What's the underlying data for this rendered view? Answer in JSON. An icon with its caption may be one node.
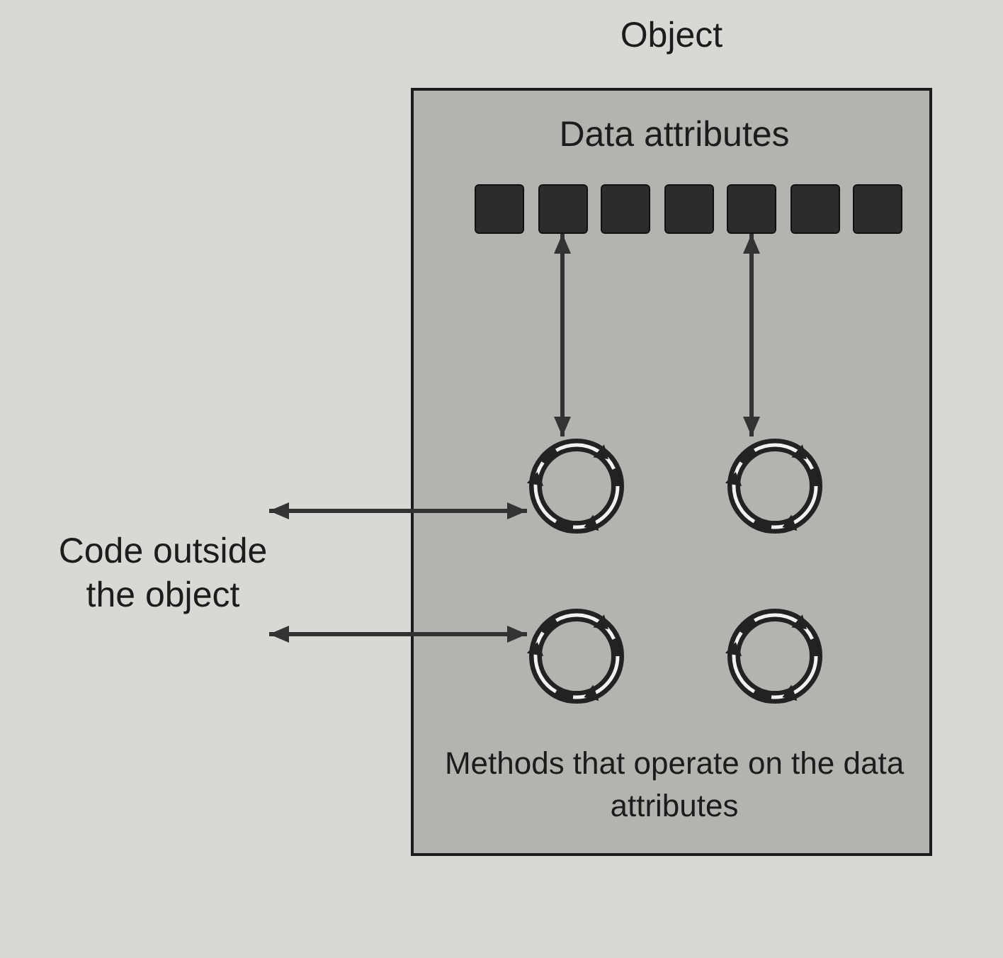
{
  "diagram": {
    "nodes": [
      {
        "text": [
          "Object"
        ]
      },
      {
        "text": [],
        "shape": "box",
        "in": 0
      },
      {
        "text": [],
        "shape": "box",
        "in": 0
      },
      {
        "text": [],
        "shape": "box",
        "in": 0
      },
      {
        "text": [],
        "shape": "box",
        "in": 0
      },
      {
        "text": [],
        "shape": "box",
        "in": 0
      },
      {
        "text": [],
        "shape": "box",
        "in": 0
      },
      {
        "text": [],
        "shape": "box",
        "in": 0
      },
      {
        "text": [],
        "shape": "circle",
        "in": 0
      },
      {
        "text": [],
        "shape": "circle",
        "in": 0
      },
      {
        "text": [],
        "shape": "circle",
        "in": 0
      },
      {
        "text": [],
        "shape": "circle",
        "in": 0
      },
      {
        "text": [
          "Code outside the object"
        ]
      }
    ],
    "edges": [
      {
        "from": 2,
        "to": 8,
        "arrow": "both"
      },
      {
        "from": 5,
        "to": 9,
        "arrow": "both"
      },
      {
        "from": 12,
        "to": 8,
        "arrow": "both"
      },
      {
        "from": 12,
        "to": 10,
        "arrow": "both"
      }
    ],
    "labels": [
      "Data attributes",
      "Methods that operate on the data attributes"
    ]
  }
}
